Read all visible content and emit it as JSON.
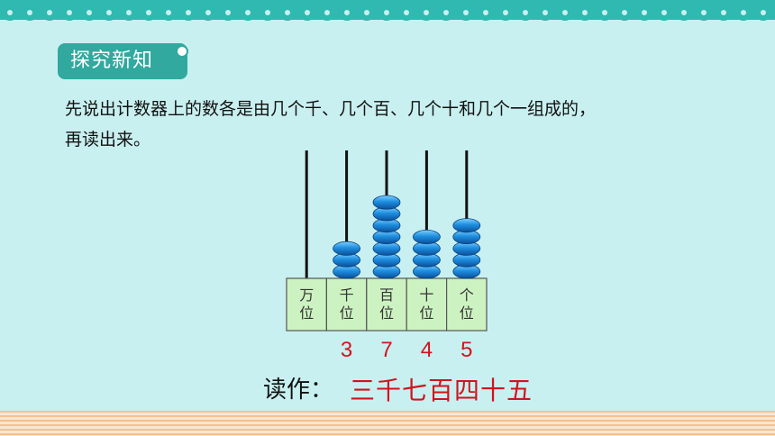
{
  "header": {
    "tag_label": "探究新知"
  },
  "prompt": {
    "line1": "先说出计数器上的数各是由几个千、几个百、几个十和几个一组成的，",
    "line2": "再读出来。"
  },
  "abacus": {
    "places": [
      {
        "label_top": "万",
        "label_bottom": "位",
        "beads": 0,
        "digit": ""
      },
      {
        "label_top": "千",
        "label_bottom": "位",
        "beads": 3,
        "digit": "3"
      },
      {
        "label_top": "百",
        "label_bottom": "位",
        "beads": 7,
        "digit": "7"
      },
      {
        "label_top": "十",
        "label_bottom": "位",
        "beads": 4,
        "digit": "4"
      },
      {
        "label_top": "个",
        "label_bottom": "位",
        "beads": 5,
        "digit": "5"
      }
    ],
    "bead_color": "#1e8fe0"
  },
  "reading": {
    "label": "读作：",
    "value": "三千七百四十五"
  },
  "colors": {
    "background": "#c9f0f0",
    "accent": "#31a99f",
    "answer": "#d0141e"
  }
}
